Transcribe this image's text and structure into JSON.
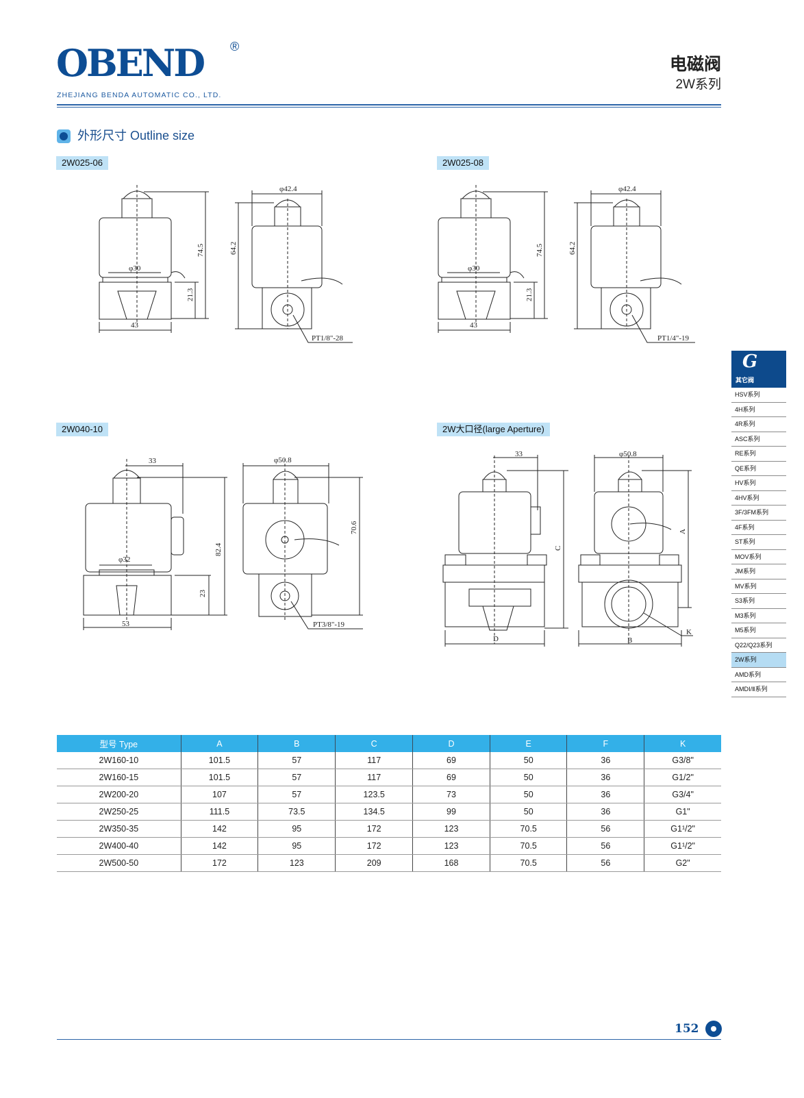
{
  "header": {
    "logo": "OBEND",
    "registered": "®",
    "company": "ZHEJIANG BENDA  AUTOMATIC CO., LTD.",
    "title": "电磁阀",
    "subtitle": "2W系列"
  },
  "section": {
    "title": "外形尺寸  Outline size"
  },
  "drawings": [
    {
      "label": "2W025-06",
      "dims": {
        "h_total": "74.5",
        "h_base": "21.3",
        "width": "43",
        "coil_dia": "φ30",
        "top_dia": "φ42.4",
        "h_side": "64.2",
        "port": "PT1/8\"-28"
      }
    },
    {
      "label": "2W025-08",
      "dims": {
        "h_total": "74.5",
        "h_base": "21.3",
        "width": "43",
        "coil_dia": "φ30",
        "top_dia": "φ42.4",
        "h_side": "64.2",
        "port": "PT1/4\"-19"
      }
    },
    {
      "label": "2W040-10",
      "dims": {
        "offset": "33",
        "h_total": "82.4",
        "h_base": "23",
        "width": "53",
        "coil_dia": "φ32",
        "top_dia": "φ50.8",
        "h_side": "70.6",
        "port": "PT3/8\"-19"
      }
    },
    {
      "label": "2W大口径(large Aperture)",
      "dims": {
        "offset": "33",
        "c": "C",
        "d": "D",
        "top_dia": "φ50.8",
        "a": "A",
        "b": "B",
        "k": "K"
      }
    }
  ],
  "sidebar": {
    "letter": "G",
    "category": "其它阀",
    "items": [
      "HSV系列",
      "4H系列",
      "4R系列",
      "ASC系列",
      "RE系列",
      "QE系列",
      "HV系列",
      "4HV系列",
      "3F/3FM系列",
      "4F系列",
      "ST系列",
      "MOV系列",
      "JM系列",
      "MV系列",
      "S3系列",
      "M3系列",
      "M5系列",
      "Q22/Q23系列",
      "2W系列",
      "AMD系列",
      "AMDⅠ/Ⅱ系列"
    ],
    "active": "2W系列"
  },
  "table": {
    "headers": [
      "型号 Type",
      "A",
      "B",
      "C",
      "D",
      "E",
      "F",
      "K"
    ],
    "rows": [
      [
        "2W160-10",
        "101.5",
        "57",
        "117",
        "69",
        "50",
        "36",
        "G3/8\""
      ],
      [
        "2W160-15",
        "101.5",
        "57",
        "117",
        "69",
        "50",
        "36",
        "G1/2\""
      ],
      [
        "2W200-20",
        "107",
        "57",
        "123.5",
        "73",
        "50",
        "36",
        "G3/4\""
      ],
      [
        "2W250-25",
        "111.5",
        "73.5",
        "134.5",
        "99",
        "50",
        "36",
        "G1\""
      ],
      [
        "2W350-35",
        "142",
        "95",
        "172",
        "123",
        "70.5",
        "56",
        "G1¹/2\""
      ],
      [
        "2W400-40",
        "142",
        "95",
        "172",
        "123",
        "70.5",
        "56",
        "G1¹/2\""
      ],
      [
        "2W500-50",
        "172",
        "123",
        "209",
        "168",
        "70.5",
        "56",
        "G2\""
      ]
    ]
  },
  "footer": {
    "page": "152"
  },
  "colors": {
    "brand": "#0d4d94",
    "table_header": "#33b0e8",
    "label_bg": "#bfe2f6",
    "sidebar_active": "#b5dcf3"
  }
}
